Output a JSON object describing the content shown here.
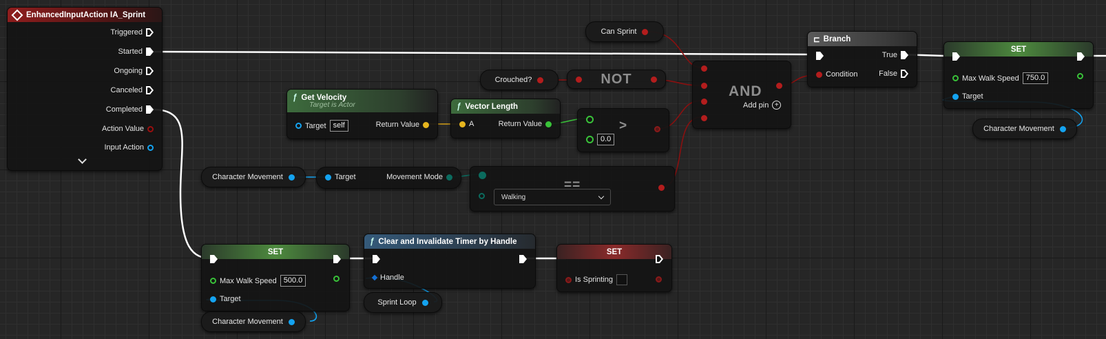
{
  "colors": {
    "exec": "#ffffff",
    "bool": "#9b0f0f",
    "float": "#39c339",
    "object": "#14a3f0",
    "enum": "#0b6b5e",
    "struct": "#1470d4",
    "red_pin": "#b31d1d"
  },
  "event_node": {
    "title": "EnhancedInputAction IA_Sprint",
    "pins": [
      "Triggered",
      "Started",
      "Ongoing",
      "Canceled",
      "Completed",
      "Action Value",
      "Input Action"
    ]
  },
  "can_sprint": {
    "label": "Can Sprint"
  },
  "crouched": {
    "label": "Crouched?"
  },
  "not_node": {
    "label": "NOT"
  },
  "and_node": {
    "label": "AND",
    "add_pin": "Add pin"
  },
  "branch": {
    "title": "Branch",
    "true": "True",
    "false": "False",
    "condition": "Condition"
  },
  "set_top": {
    "title": "SET",
    "param": "Max Walk Speed",
    "value": "750.0",
    "target": "Target"
  },
  "char_move_top": {
    "label": "Character Movement"
  },
  "get_velocity": {
    "title": "Get Velocity",
    "subtitle": "Target is Actor",
    "target": "Target",
    "target_value": "self",
    "return": "Return Value"
  },
  "vector_length": {
    "title": "Vector Length",
    "a": "A",
    "return": "Return Value"
  },
  "greater": {
    "symbol": ">",
    "value": "0.0"
  },
  "char_move_mid": {
    "label": "Character Movement"
  },
  "movement_mode": {
    "target": "Target",
    "output": "Movement Mode"
  },
  "equals": {
    "symbol": "==",
    "option": "Walking"
  },
  "set_bottom": {
    "title": "SET",
    "param": "Max Walk Speed",
    "value": "500.0",
    "target": "Target"
  },
  "char_move_bottom": {
    "label": "Character Movement"
  },
  "clear_timer": {
    "title": "Clear and Invalidate Timer by Handle",
    "handle": "Handle"
  },
  "sprint_loop": {
    "label": "Sprint Loop"
  },
  "set_sprinting": {
    "title": "SET",
    "param": "Is Sprinting"
  }
}
